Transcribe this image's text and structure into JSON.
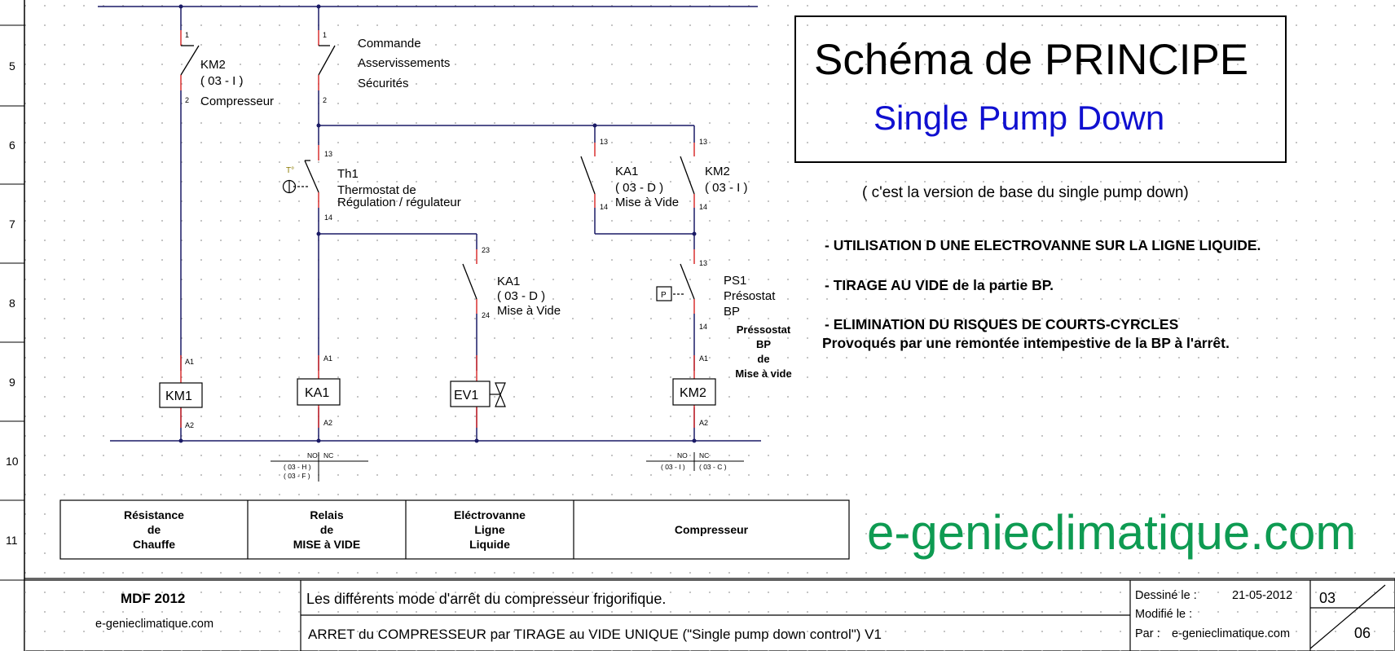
{
  "title_block": {
    "main_title": "Schéma de PRINCIPE",
    "sub_title": "Single Pump Down",
    "note": "( c'est la version de base du single pump down)"
  },
  "notes": [
    "- UTILISATION D UNE ELECTROVANNE SUR LA LIGNE LIQUIDE.",
    "- TIRAGE AU VIDE de la partie BP.",
    "- ELIMINATION DU RISQUES DE COURTS-CYRCLES",
    "Provoqués par une remontée intempestive de la BP à l'arrêt."
  ],
  "row_labels": [
    "5",
    "6",
    "7",
    "8",
    "9",
    "10",
    "11"
  ],
  "components": {
    "km2_contact": {
      "name": "KM2",
      "ref": "( 03 - I )",
      "desc": "Compresseur",
      "t1": "1",
      "t2": "2"
    },
    "command_contact": {
      "line1": "Commande",
      "line2": "Asservissements",
      "line3": "Sécurités",
      "t1": "1",
      "t2": "2"
    },
    "th1": {
      "symbol": "T°",
      "name": "Th1",
      "line1": "Thermostat de",
      "line2": "Régulation / régulateur",
      "t1": "13",
      "t2": "14"
    },
    "ka1_contact_a": {
      "name": "KA1",
      "ref": "( 03 - D )",
      "desc": "Mise à Vide",
      "t1": "13",
      "t2": "14"
    },
    "km2_contact_b": {
      "name": "KM2",
      "ref": "( 03 - I )",
      "t1": "13",
      "t2": "14"
    },
    "ka1_contact_b": {
      "name": "KA1",
      "ref": "( 03 - D )",
      "desc": "Mise à Vide",
      "t1": "23",
      "t2": "24"
    },
    "ps1": {
      "symbol": "P",
      "name": "PS1",
      "line1": "Présostat",
      "line2": "BP",
      "t1": "13",
      "t2": "14",
      "n_top": "13"
    },
    "ps1_note": {
      "l1": "Préssostat",
      "l2": "BP",
      "l3": "de",
      "l4": "Mise à vide"
    },
    "coils": [
      {
        "label": "KM1",
        "a1": "A1",
        "a2": "A2"
      },
      {
        "label": "KA1",
        "a1": "A1",
        "a2": "A2"
      },
      {
        "label": "EV1"
      },
      {
        "label": "KM2",
        "a1": "A1",
        "a2": "A2"
      }
    ],
    "contact_ref_ka1": {
      "no": "NO",
      "nc": "NC",
      "r1": "( 03 - H )",
      "r2": "( 03 - F )"
    },
    "contact_ref_km2": {
      "no": "NO",
      "nc": "NC",
      "r1": "( 03 - I )",
      "r2": "( 03 - C )"
    }
  },
  "legend": [
    "Résistance\nde\nChauffe",
    "Relais\nde\nMISE à VIDE",
    "Eléctrovanne\nLigne\nLiquide",
    "Compresseur"
  ],
  "website": "e-genieclimatique.com",
  "footer": {
    "project": "MDF 2012",
    "site": "e-genieclimatique.com",
    "desc1": "Les différents mode d'arrêt du compresseur frigorifique.",
    "desc2": "ARRET du  COMPRESSEUR par TIRAGE au VIDE UNIQUE (\"Single pump down control\") V1",
    "drawn_label": "Dessiné le :",
    "drawn_date": "21-05-2012",
    "modified_label": "Modifié le :",
    "by_label": "Par :",
    "by_value": "e-genieclimatique.com",
    "sheet": "03",
    "total": "06"
  }
}
